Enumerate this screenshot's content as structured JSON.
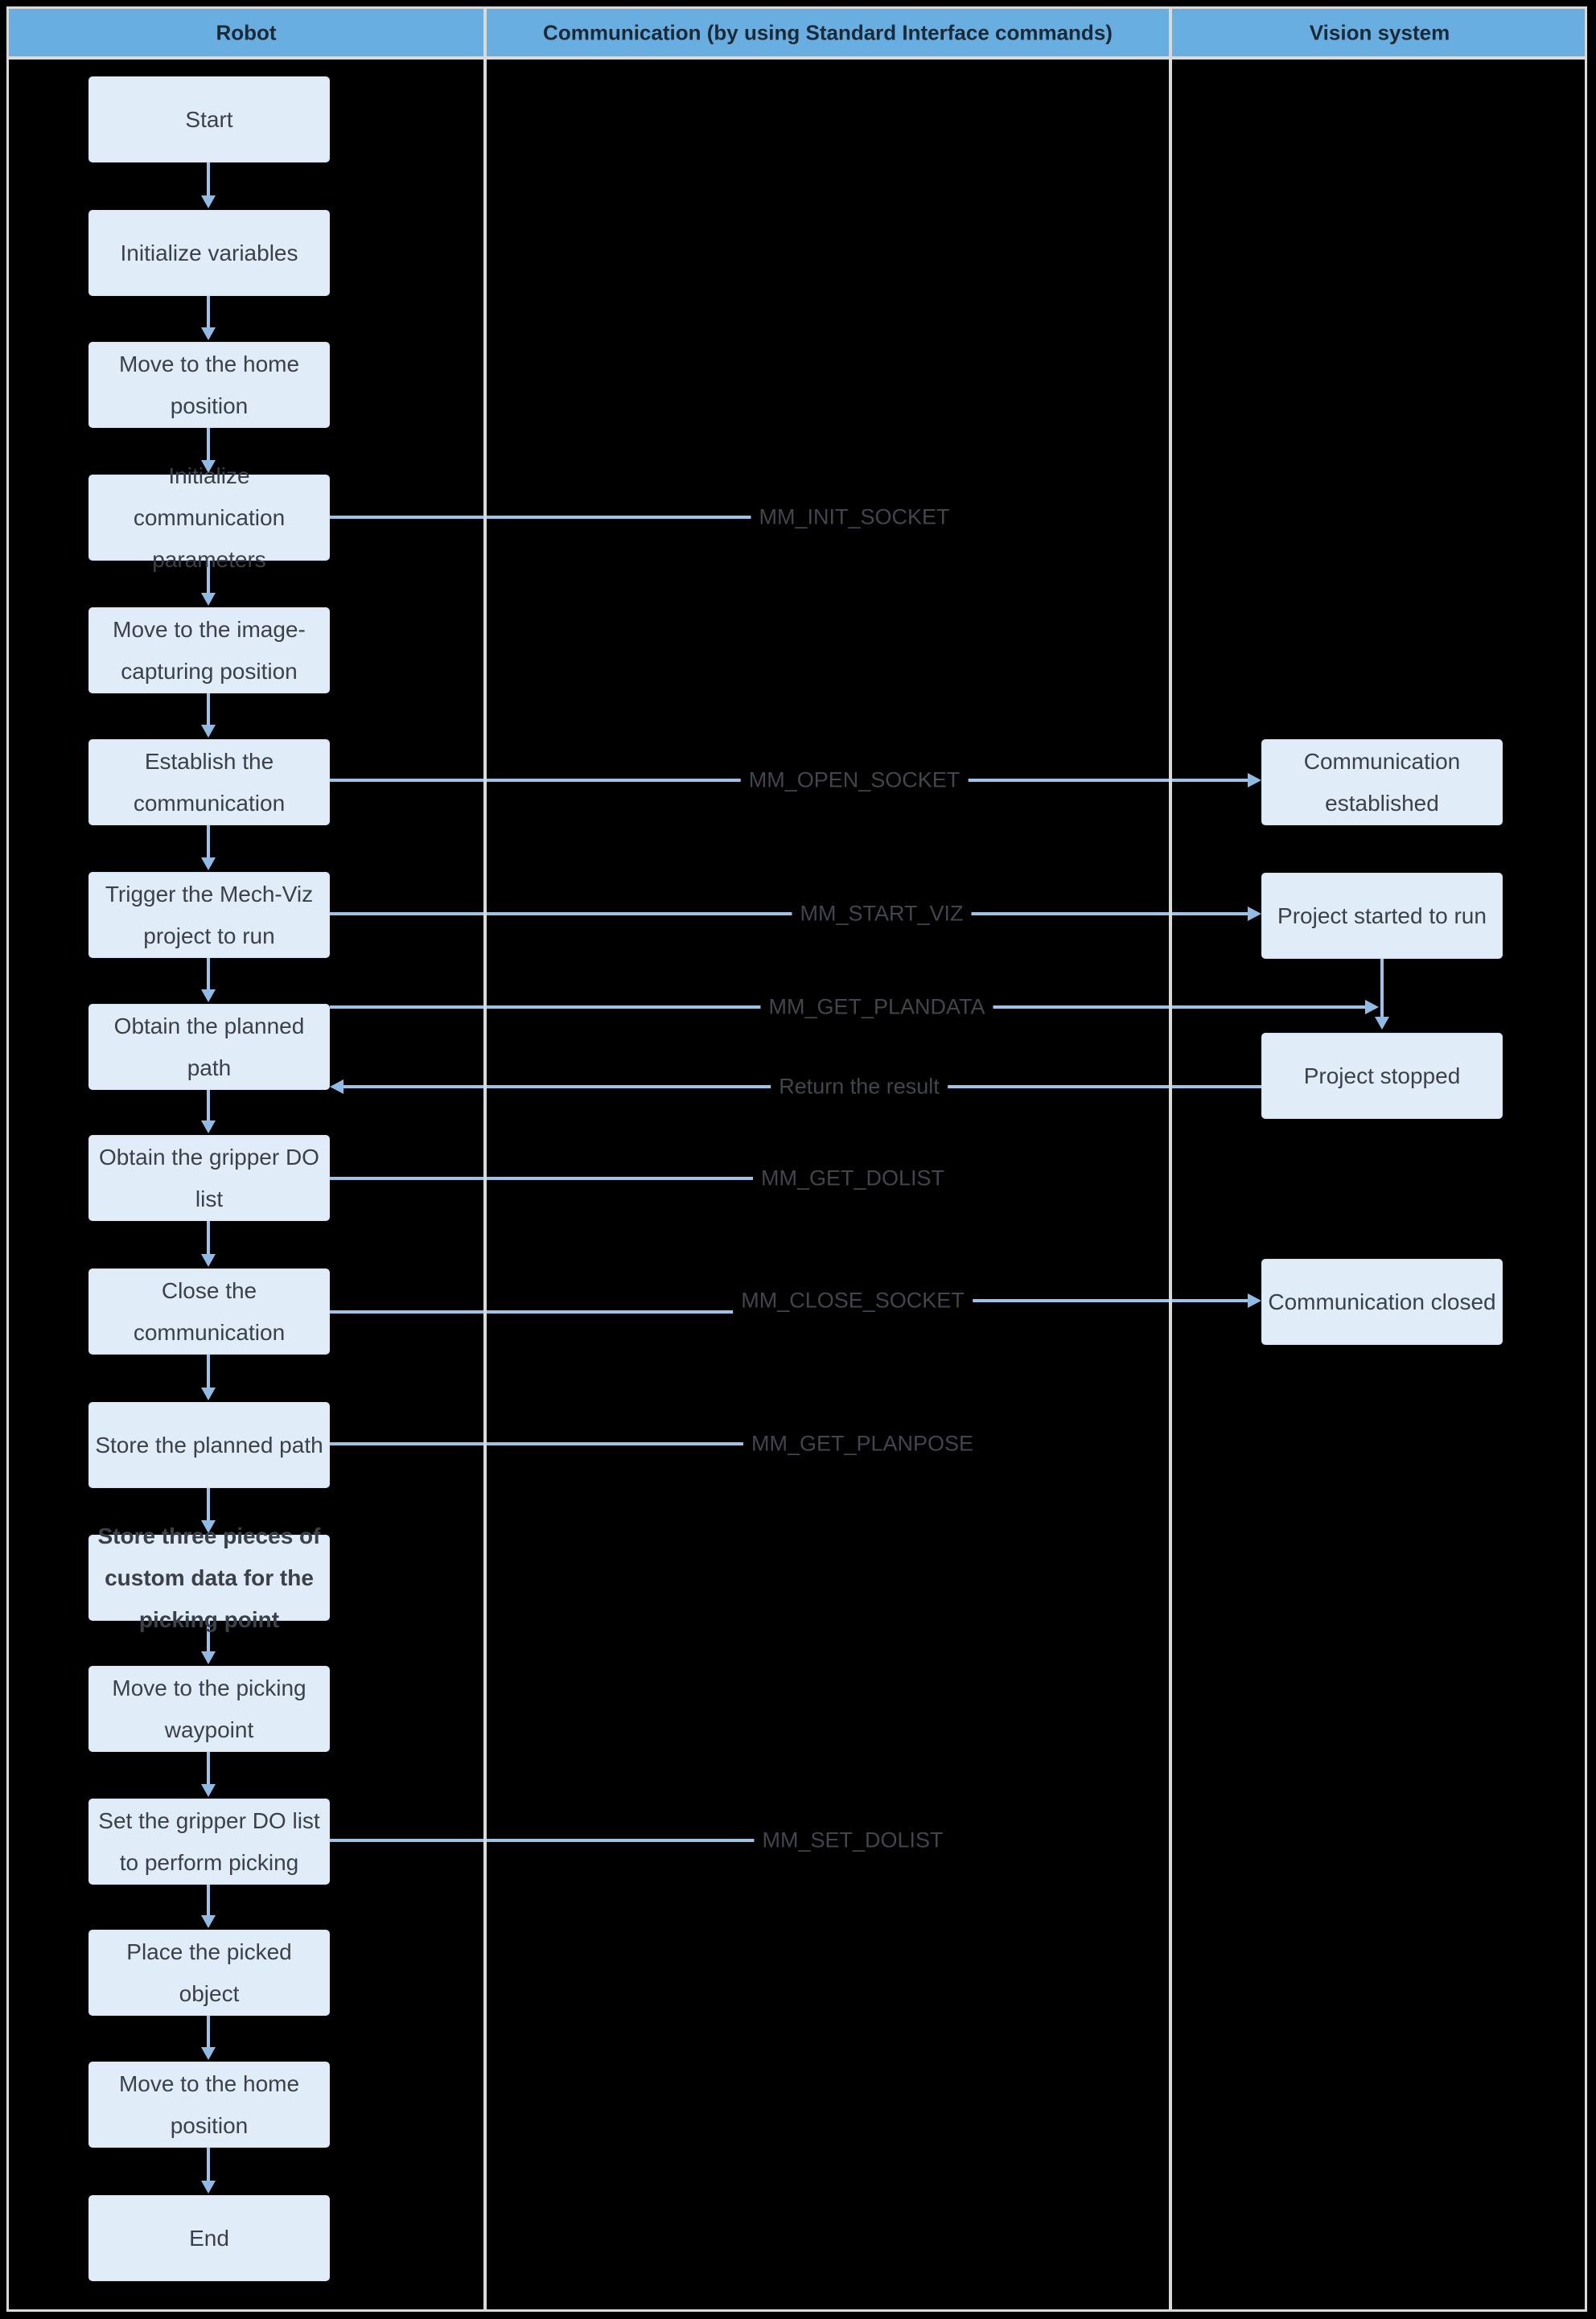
{
  "header": {
    "columns": [
      "Robot",
      "Communication (by using Standard Interface commands)",
      "Vision system"
    ]
  },
  "robot": {
    "steps": [
      {
        "label": "Start"
      },
      {
        "label": "Initialize variables"
      },
      {
        "label": "Move to the home\nposition"
      },
      {
        "label": "Initialize\ncommunication\nparameters"
      },
      {
        "label": "Move to the image-\ncapturing position"
      },
      {
        "label": "Establish the\ncommunication"
      },
      {
        "label": "Trigger the Mech-Viz\nproject to run"
      },
      {
        "label": "Obtain the planned\npath"
      },
      {
        "label": "Obtain the gripper DO\nlist"
      },
      {
        "label": "Close the\ncommunication"
      },
      {
        "label": "Store the planned path"
      },
      {
        "label": "Store three pieces of\ncustom data for the\npicking point"
      },
      {
        "label": "Move to the picking\nwaypoint"
      },
      {
        "label": "Set the gripper DO list\nto perform picking"
      },
      {
        "label": "Place the picked\nobject"
      },
      {
        "label": "Move to the home\nposition"
      },
      {
        "label": "End"
      }
    ]
  },
  "comm": {
    "messages": [
      "MM_INIT_SOCKET",
      "MM_OPEN_SOCKET",
      "MM_START_VIZ",
      "MM_GET_PLANDATA",
      "Return the result",
      "MM_GET_DOLIST",
      "MM_CLOSE_SOCKET",
      "MM_GET_PLANPOSE",
      "MM_SET_DOLIST"
    ]
  },
  "vision": {
    "boxes": [
      {
        "label": "Communication\nestablished"
      },
      {
        "label": "Project started to run"
      },
      {
        "label": "Project stopped"
      },
      {
        "label": "Communication closed"
      }
    ]
  },
  "colors": {
    "background": "#000000",
    "header_bg": "#68aee0",
    "header_text": "#1b2a36",
    "node_fill": "#e0edf9",
    "node_text": "#3c4149",
    "arrow": "#9dc4e8",
    "grid_line": "#d9d9d9"
  }
}
